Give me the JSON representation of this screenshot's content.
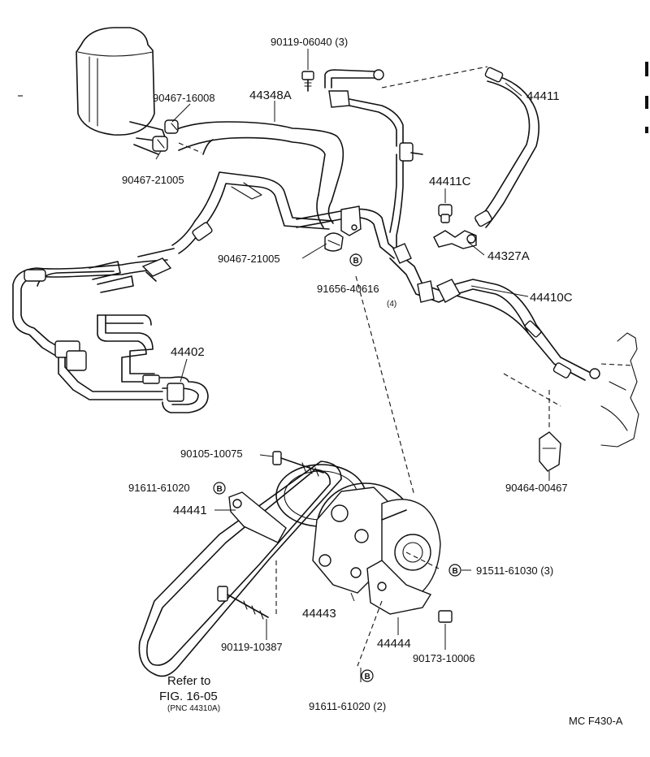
{
  "figure_code": "MC F430-A",
  "callouts": {
    "p90119_06040": "90119-06040 (3)",
    "p44348A": "44348A",
    "p90467_16008": "90467-16008",
    "p90467_21005_top": "90467-21005",
    "p44411": "44411",
    "p44411C": "44411C",
    "p44327A": "44327A",
    "p90467_21005_mid": "90467-21005",
    "p91656_40616": "91656-40616",
    "p91656_40616_qty": "(4)",
    "p44410C": "44410C",
    "p44402": "44402",
    "p90105_10075": "90105-10075",
    "p91611_61020_top": "91611-61020",
    "p44441": "44441",
    "p91511_61030": "91511-61030 (3)",
    "p44443": "44443",
    "p44444": "44444",
    "p90119_10387": "90119-10387",
    "p90173_10006": "90173-10006",
    "p90464_00467": "90464-00467",
    "p91611_61020_bottom": "91611-61020 (2)"
  },
  "b_marker": "B",
  "refer": {
    "line1": "Refer to",
    "line2": "FIG. 16-05",
    "line3": "(PNC 44310A)"
  }
}
